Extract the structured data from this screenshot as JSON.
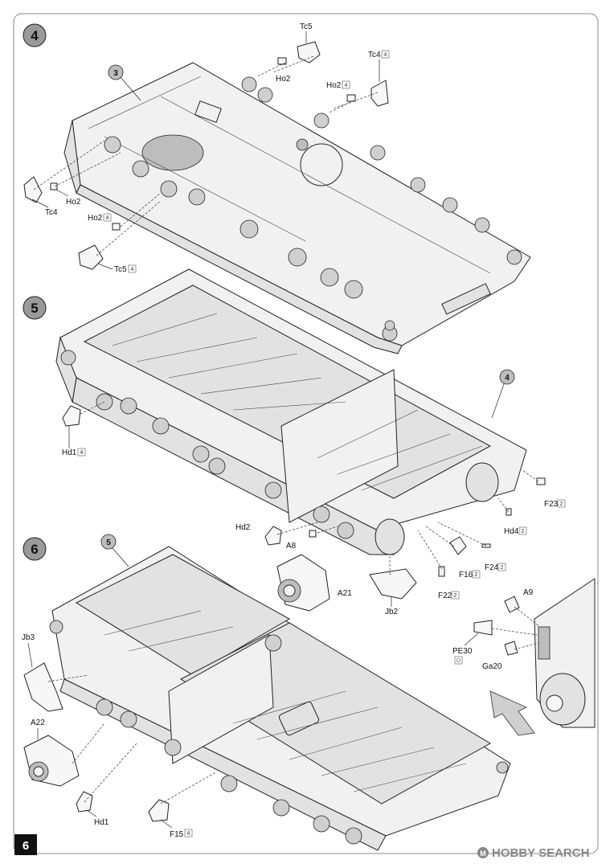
{
  "page_number": "6",
  "watermark": "HOBBY SEARCH",
  "steps": [
    {
      "number": "4",
      "subassembly": "3",
      "labels": [
        "Tc5",
        "Tc4",
        "Ho2",
        "Ho2",
        "Tc4",
        "Ho2",
        "Ho2",
        "Tc5"
      ]
    },
    {
      "number": "5",
      "subassembly": "4",
      "labels": [
        "Hd1",
        "Hd2",
        "A8",
        "A21",
        "Jb2",
        "F16",
        "F22",
        "F24",
        "F23",
        "Hd4"
      ]
    },
    {
      "number": "6",
      "subassembly": "5",
      "labels": [
        "Jb3",
        "A22",
        "Hd1",
        "F15",
        "A9",
        "PE30",
        "Ga20"
      ]
    }
  ],
  "badges": [
    "4",
    "4",
    "4",
    "4",
    "4",
    "2",
    "2",
    "2",
    "2",
    "2",
    "4"
  ]
}
